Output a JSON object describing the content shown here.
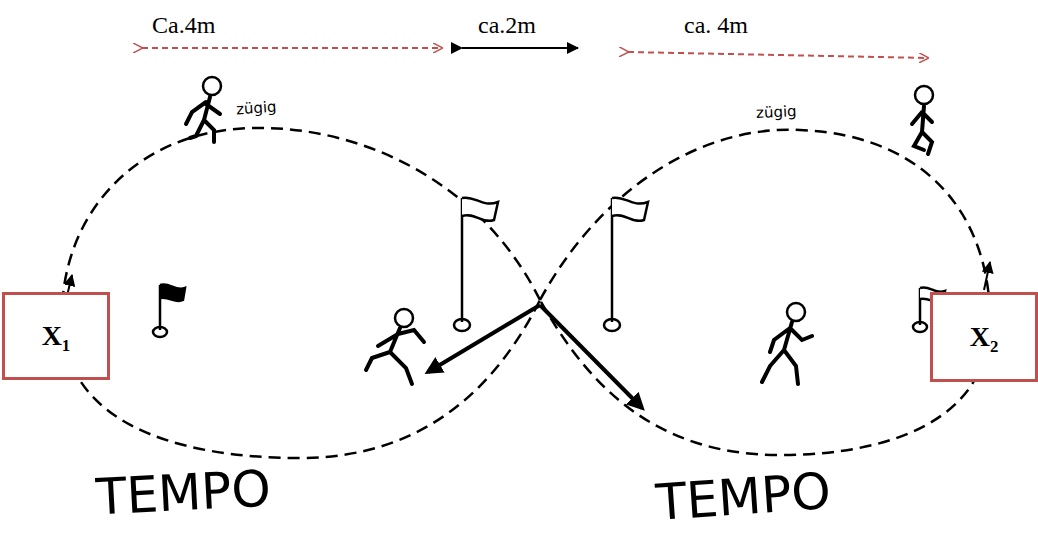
{
  "diagram": {
    "nodes": [
      {
        "text": [
          "X₁"
        ]
      },
      {
        "text": [
          "X₂"
        ]
      }
    ],
    "labels": [
      "Ca.4m",
      "ca.2m",
      "ca. 4m",
      "zügig",
      "zügig",
      "TEMPO",
      "TEMPO"
    ]
  }
}
